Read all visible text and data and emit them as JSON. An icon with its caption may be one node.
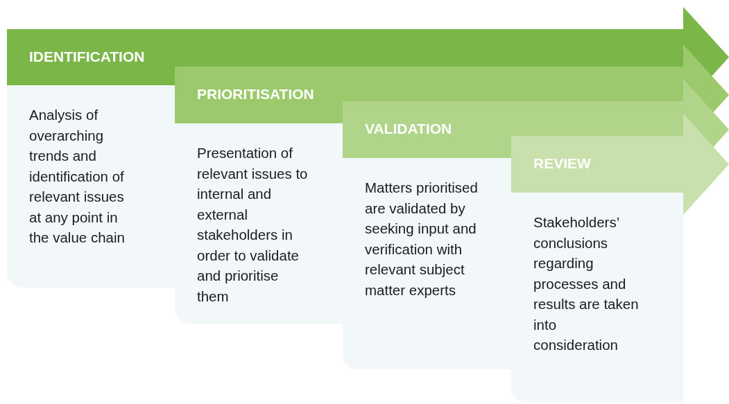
{
  "diagram": {
    "nodes": [
      {
        "text": [
          "IDENTIFICATION",
          "Analysis of overarching trends and identification of relevant issues at any point in the value chain"
        ]
      },
      {
        "text": [
          "PRIORITISATION",
          "Presentation of relevant issues to internal and external stakeholders in order to validate and prioritise them"
        ]
      },
      {
        "text": [
          "VALIDATION",
          "Matters prioritised are validated by seeking input and verification with relevant subject matter experts"
        ]
      },
      {
        "text": [
          "REVIEW",
          "Stakeholders’ conclusions regarding processes and results are taken into consideration"
        ]
      }
    ]
  }
}
